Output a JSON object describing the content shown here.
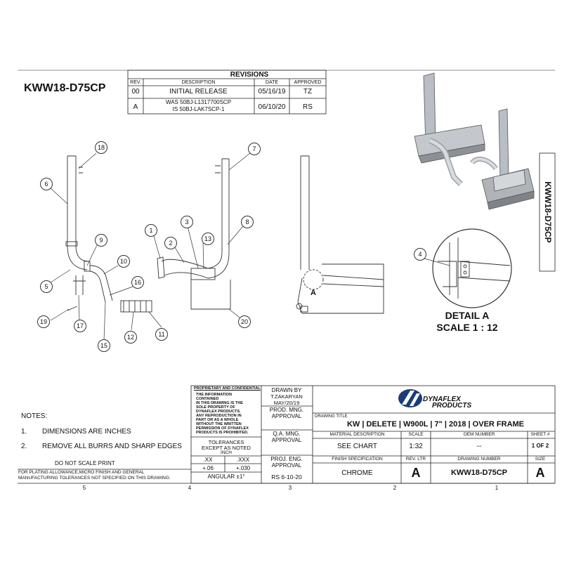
{
  "part_number": "KWW18-D75CP",
  "revisions": {
    "title": "REVISIONS",
    "headers": {
      "rev": "REV.",
      "description": "DESCRIPTION",
      "date": "DATE",
      "approved": "APPROVED"
    },
    "rows": [
      {
        "rev": "00",
        "description_lines": [
          "INITIAL RELEASE"
        ],
        "date": "05/16/19",
        "approved": "TZ"
      },
      {
        "rev": "A",
        "description_lines": [
          "WAS 50BJ-L1317700SCP",
          "IS  50BJ-LAK7SCP-1"
        ],
        "date": "06/10/20",
        "approved": "RS"
      }
    ]
  },
  "balloons": [
    "18",
    "6",
    "9",
    "10",
    "5",
    "16",
    "19",
    "17",
    "15",
    "12",
    "11",
    "7",
    "1",
    "2",
    "3",
    "13",
    "8",
    "20",
    "4"
  ],
  "detail": {
    "callout": "A",
    "title": "DETAIL A",
    "scale": "SCALE 1 : 12"
  },
  "notes": {
    "title": "NOTES:",
    "items": [
      {
        "num": "1.",
        "text": "DIMENSIONS ARE INCHES"
      },
      {
        "num": "2.",
        "text": "REMOVE ALL BURRS AND SHARP EDGES"
      }
    ],
    "do_not_scale": "DO NOT SCALE PRINT",
    "plating_lines": [
      "FOR PLATING ALLOWANCE,MICRO FINISH AND GENERAL",
      "MANUFACTURING TOLERANCES NOT SPECIFIED ON THIS DRAWING."
    ]
  },
  "title_block": {
    "proprietary_title": "PROPRIETARY AND CONFIDENTIAL",
    "proprietary_lines": [
      "THE INFORMATION",
      "CONTAINED",
      "IN THIS DRAWING IS THE",
      "SOLE PROPERTY OF",
      "DYNAFLEX PRODUCTS.",
      "ANY REPRODUCTION IN",
      "PART OR AS A  WHOLE",
      "WITHOUT THE WRITTEN",
      "PERMISSION OF DYNAFLEX",
      "PRODUCTS IS PROHIBITED."
    ],
    "tolerances_lines": [
      "TOLERANCES",
      "EXCEPT AS NOTED",
      "INCH"
    ],
    "tol_xx_label": ".XX",
    "tol_xxx_label": ".XXX",
    "tol_xx_value": "+.06",
    "tol_xxx_value": "+.030",
    "angular": "ANGULAR ±1°",
    "drawn_by_lines": [
      "DRAWN BY",
      "T.ZAKARYAN",
      "MAY/20/19"
    ],
    "prod_mng_lines": [
      "PROD. MNG.",
      "APPROVAL"
    ],
    "qa_mng_lines": [
      "Q.A. MNG.",
      "APPROVAL"
    ],
    "proj_eng_lines": [
      "PROJ. ENG.",
      "APPROVAL"
    ],
    "proj_eng_value": "RS 6-10-20",
    "logo_text_lines": [
      "DYNAFLEX",
      "PRODUCTS"
    ],
    "drawing_title_label": "DRAWING TITLE",
    "drawing_title": "KW | DELETE | W900L | 7\" | 2018 | OVER FRAME",
    "labels": {
      "material": "MATERIAL DESCRIPTION",
      "scale": "SCALE",
      "oem": "OEM NUMBER",
      "sheet": "SHEET #",
      "finish": "FINISH SPECIFICATION",
      "rev_ltr": "REV. LTR",
      "drawing_number": "DRAWING NUMBER",
      "size": "SIZE"
    },
    "values": {
      "material": "SEE CHART",
      "scale": "1:32",
      "oem": "--",
      "sheet": "1 OF 2",
      "finish": "CHROME",
      "rev_ltr": "A",
      "drawing_number": "KWW18-D75CP",
      "size": "A"
    }
  },
  "zone_numbers": [
    "5",
    "4",
    "3",
    "2",
    "1"
  ]
}
